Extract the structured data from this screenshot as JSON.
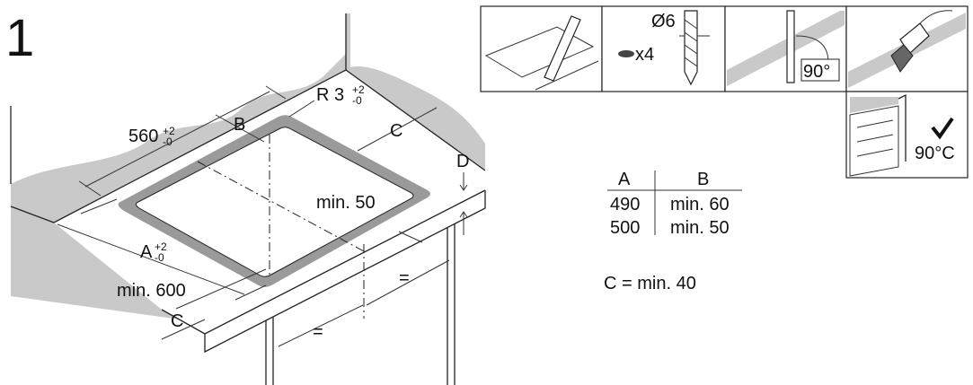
{
  "step_number": "1",
  "dimensions": {
    "width_label": "560",
    "width_tol_plus": "+2",
    "width_tol_minus": "-0",
    "depth_label": "A",
    "depth_tol_plus": "+2",
    "depth_tol_minus": "-0",
    "radius_label": "R 3",
    "radius_tol_plus": "+2",
    "radius_tol_minus": "-0",
    "b_label": "B",
    "c_label_top": "C",
    "c_label_bottom": "C",
    "d_label": "D",
    "min_50": "min. 50",
    "min_600": "min. 600",
    "equal_1": "=",
    "equal_2": "="
  },
  "tools": {
    "drill_size": "Ø6",
    "screws_count": "x4",
    "angle_saw": "90°",
    "angle_check": "90°C"
  },
  "table": {
    "headers": [
      "A",
      "B"
    ],
    "rows": [
      [
        "490",
        "min. 60"
      ],
      [
        "500",
        "min. 50"
      ]
    ]
  },
  "note": "C = min. 40"
}
